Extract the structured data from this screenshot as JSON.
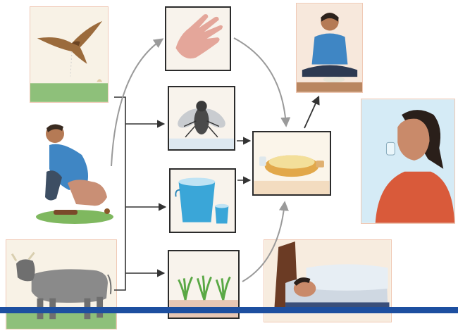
{
  "diagram": {
    "panels": [
      {
        "id": "bird",
        "picture": "bird-of-prey-over-grass"
      },
      {
        "id": "man",
        "picture": "man-defecating-in-open"
      },
      {
        "id": "cow",
        "picture": "cow-standing"
      },
      {
        "id": "hand",
        "picture": "hand"
      },
      {
        "id": "fly",
        "picture": "housefly"
      },
      {
        "id": "water",
        "picture": "bucket-and-mug-of-water"
      },
      {
        "id": "crops",
        "picture": "crop-seedlings"
      },
      {
        "id": "food",
        "picture": "plate-of-food"
      },
      {
        "id": "eating",
        "picture": "boy-eating"
      },
      {
        "id": "drinking",
        "picture": "woman-drinking-water"
      },
      {
        "id": "sick",
        "picture": "sick-person-in-bed"
      }
    ],
    "flows": [
      {
        "from": "man",
        "to": "hand"
      },
      {
        "from": "man",
        "to": "fly"
      },
      {
        "from": "man",
        "to": "water"
      },
      {
        "from": "man",
        "to": "crops"
      },
      {
        "from": "hand",
        "to": "food"
      },
      {
        "from": "fly",
        "to": "food"
      },
      {
        "from": "water",
        "to": "food"
      },
      {
        "from": "crops",
        "to": "food"
      },
      {
        "from": "food",
        "to": "eating"
      }
    ],
    "colors": {
      "frame_dark": "#2b2b2b",
      "frame_light": "#f0c9b5",
      "arrow_grey": "#9a9a9a",
      "arrow_dark": "#333333",
      "bottom_band": "#1d4fa0"
    }
  }
}
